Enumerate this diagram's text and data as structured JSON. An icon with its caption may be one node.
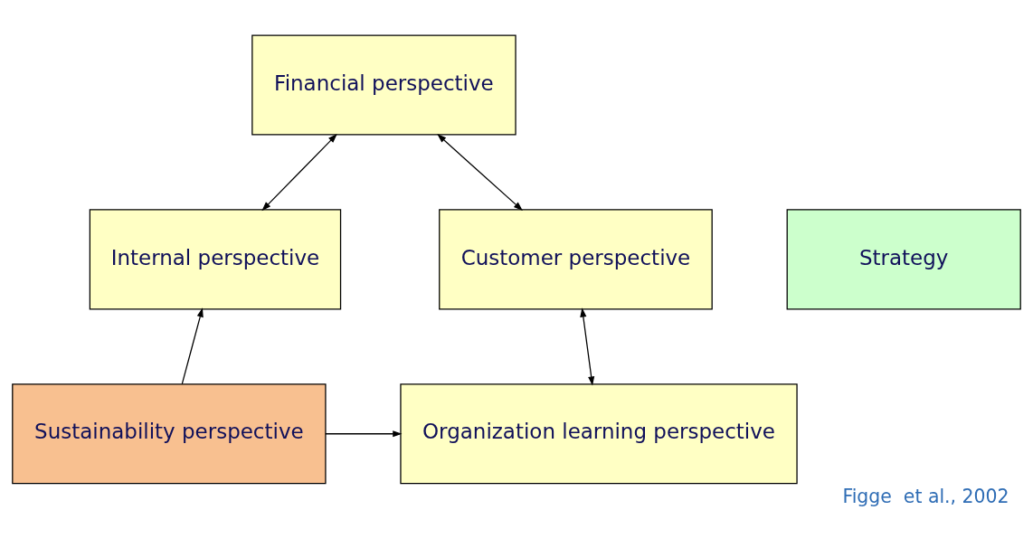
{
  "diagram": {
    "caption": "Figge  et al., 2002",
    "nodes": [
      {
        "text": [
          "Financial perspective"
        ]
      },
      {
        "text": [
          "Customer perspective"
        ]
      },
      {
        "text": [
          "Strategy"
        ]
      },
      {
        "text": [
          "Internal perspective"
        ]
      },
      {
        "text": [
          "Sustainability perspective"
        ]
      },
      {
        "text": [
          "Organization learning perspective"
        ]
      }
    ],
    "edges": [
      {
        "from": 0,
        "to": 1,
        "arrow": "both"
      },
      {
        "from": 0,
        "to": 3,
        "arrow": "both"
      },
      {
        "from": 1,
        "to": 5,
        "arrow": "both"
      },
      {
        "from": 4,
        "to": 3,
        "arrow": "to"
      },
      {
        "from": 4,
        "to": 5,
        "arrow": "to"
      }
    ]
  }
}
